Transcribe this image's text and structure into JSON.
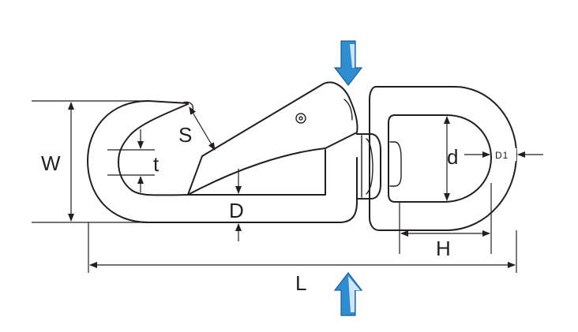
{
  "labels": {
    "W": "W",
    "t": "t",
    "S": "S",
    "D": "D",
    "d": "d",
    "D1": "D1",
    "H": "H",
    "L": "L"
  },
  "colors": {
    "outline": "#231f20",
    "arrow_fill": "#2f8dcf",
    "arrow_light": "#cfe6f5",
    "background": "#ffffff"
  },
  "icons": {
    "top_arrow": "arrow-down-icon",
    "bottom_arrow": "arrow-up-icon"
  }
}
